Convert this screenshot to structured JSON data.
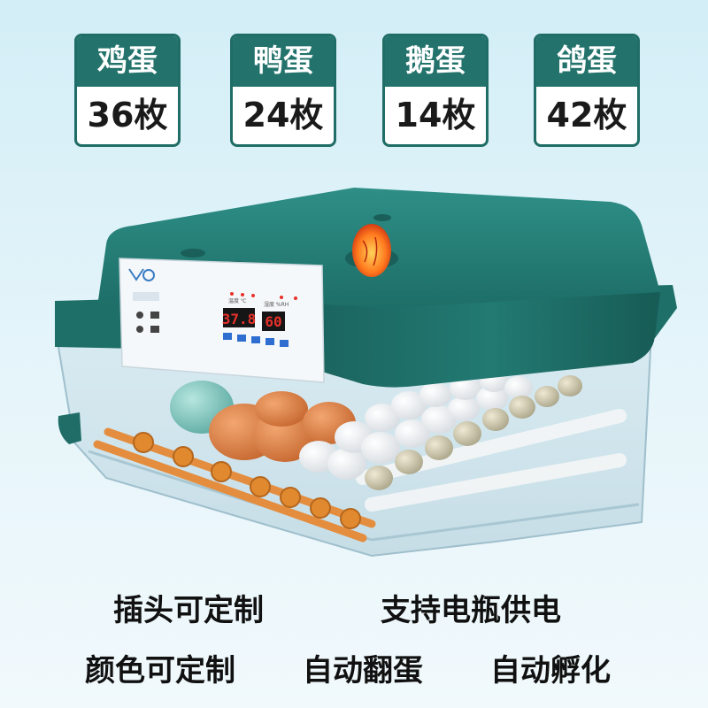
{
  "capacity_badges": [
    {
      "egg": "鸡蛋",
      "count": "36枚"
    },
    {
      "egg": "鸭蛋",
      "count": "24枚"
    },
    {
      "egg": "鹅蛋",
      "count": "14枚"
    },
    {
      "egg": "鸽蛋",
      "count": "42枚"
    }
  ],
  "features": {
    "row1": [
      "插头可定制",
      "支持电瓶供电"
    ],
    "row2": [
      "颜色可定制",
      "自动翻蛋",
      "自动孵化"
    ]
  },
  "panel": {
    "temp_display": "37.8",
    "humidity_display": "60",
    "temp_label": "温度 ℃",
    "humidity_label": "湿度 %RH"
  },
  "colors": {
    "accent": "#23736c",
    "display_red": "#e8312a"
  }
}
